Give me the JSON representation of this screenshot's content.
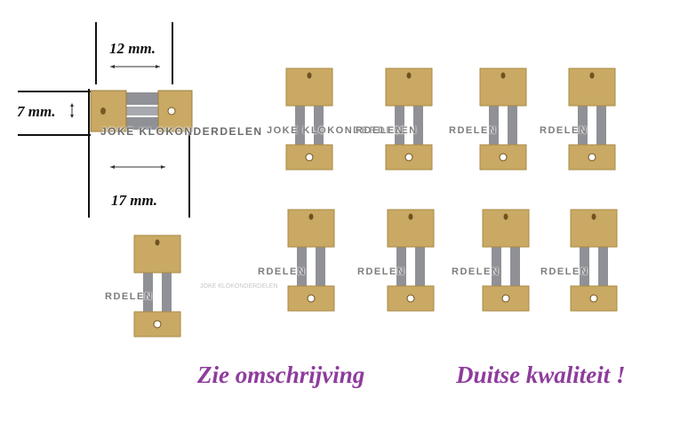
{
  "dimensions": {
    "width_label": "12 mm.",
    "length_label": "17 mm.",
    "height_label": "7 mm."
  },
  "watermark": {
    "full": "JOKE KLOKONDERDELEN",
    "short": "RDELEN"
  },
  "captions": {
    "left": "Zie omschrijving",
    "right": "Duitse kwaliteit !"
  },
  "colors": {
    "brass": "#c9a964",
    "brass_dark": "#9b7d3c",
    "steel": "#8f9196",
    "caption": "#8e3c9c"
  }
}
